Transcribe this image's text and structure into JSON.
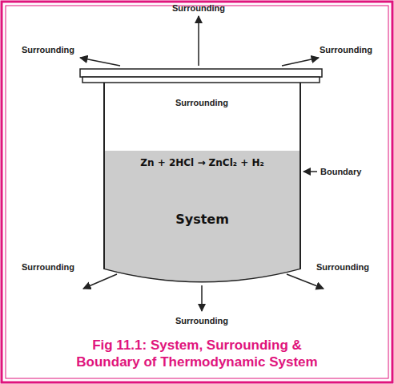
{
  "diagram": {
    "caption": "Fig 11.1: System, Surrounding & Boundary of Thermodynamic System",
    "nodes": [
      {
        "text": [
          "Zn + 2HCl → ZnCl₂ + H₂",
          "System"
        ]
      }
    ],
    "labels": [
      "Surrounding",
      "Surrounding",
      "Surrounding",
      "Surrounding",
      "Boundary",
      "Surrounding",
      "Surrounding",
      "Surrounding"
    ]
  }
}
